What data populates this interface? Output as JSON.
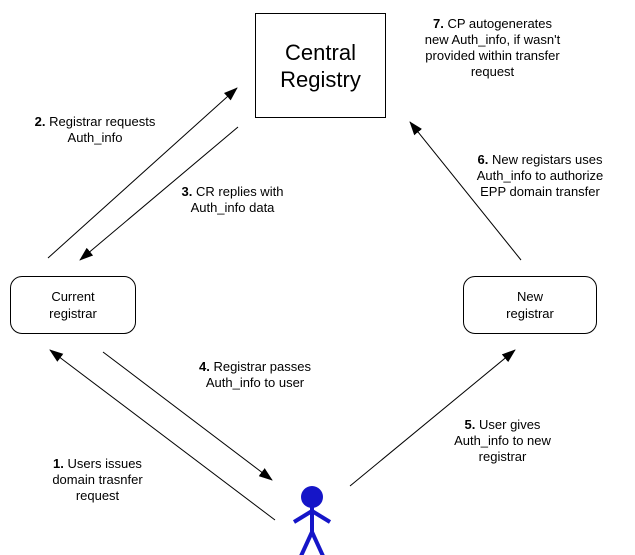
{
  "colors": {
    "line": "#000000",
    "person": "#1515c8",
    "box_fill": "#ffffff"
  },
  "nodes": {
    "central_registry": [
      "Central",
      "Registry"
    ],
    "current_registrar": [
      "Current",
      "registrar"
    ],
    "new_registrar": [
      "New",
      "registrar"
    ]
  },
  "icons": {
    "user": "person-icon"
  },
  "steps": {
    "s1": {
      "num": "1.",
      "lines": [
        "Users issues",
        "domain trasnfer",
        "request"
      ]
    },
    "s2": {
      "num": "2.",
      "lines": [
        "Registrar requests",
        "Auth_info"
      ]
    },
    "s3": {
      "num": "3.",
      "lines": [
        "CR replies with",
        "Auth_info data"
      ]
    },
    "s4": {
      "num": "4.",
      "lines": [
        "Registrar passes",
        "Auth_info to user"
      ]
    },
    "s5": {
      "num": "5.",
      "lines": [
        "User gives",
        "Auth_info to new",
        "registrar"
      ]
    },
    "s6": {
      "num": "6.",
      "lines": [
        "New registars uses",
        "Auth_info to authorize",
        "EPP domain transfer"
      ]
    },
    "s7": {
      "num": "7.",
      "lines": [
        "CP autogenerates",
        "new Auth_info, if wasn't",
        "provided within transfer",
        "request"
      ]
    }
  }
}
